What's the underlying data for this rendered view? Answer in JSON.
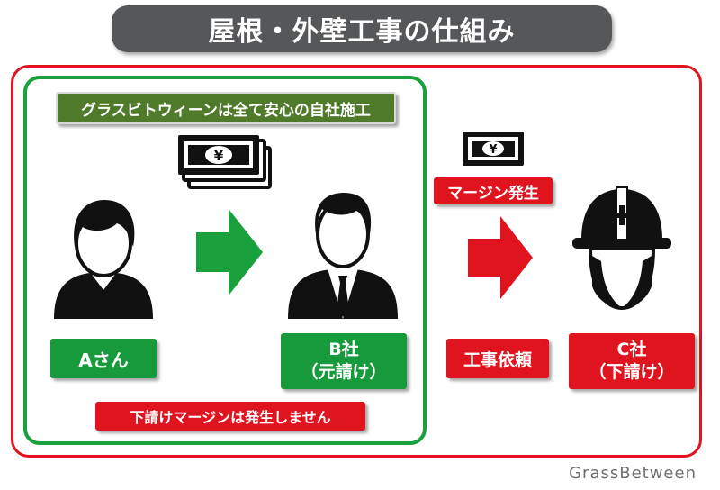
{
  "title": "屋根・外壁工事の仕組み",
  "inhouse_label": "グラスビトウィーンは全て安心の自社施工",
  "no_margin_label": "下請けマージンは発生しません",
  "margin_label": "マージン発生",
  "customer_label": "Aさん",
  "prime_contractor": {
    "name": "B社",
    "role": "（元請け）"
  },
  "sub_contractor": {
    "name": "C社",
    "role": "（下請け）"
  },
  "order_label": "工事依頼",
  "currency_symbol": "¥",
  "brand": "GrassBetween",
  "colors": {
    "green": "#179a3c",
    "red": "#e0141e",
    "title_bg": "#555759",
    "olive": "#4f7a2a"
  }
}
